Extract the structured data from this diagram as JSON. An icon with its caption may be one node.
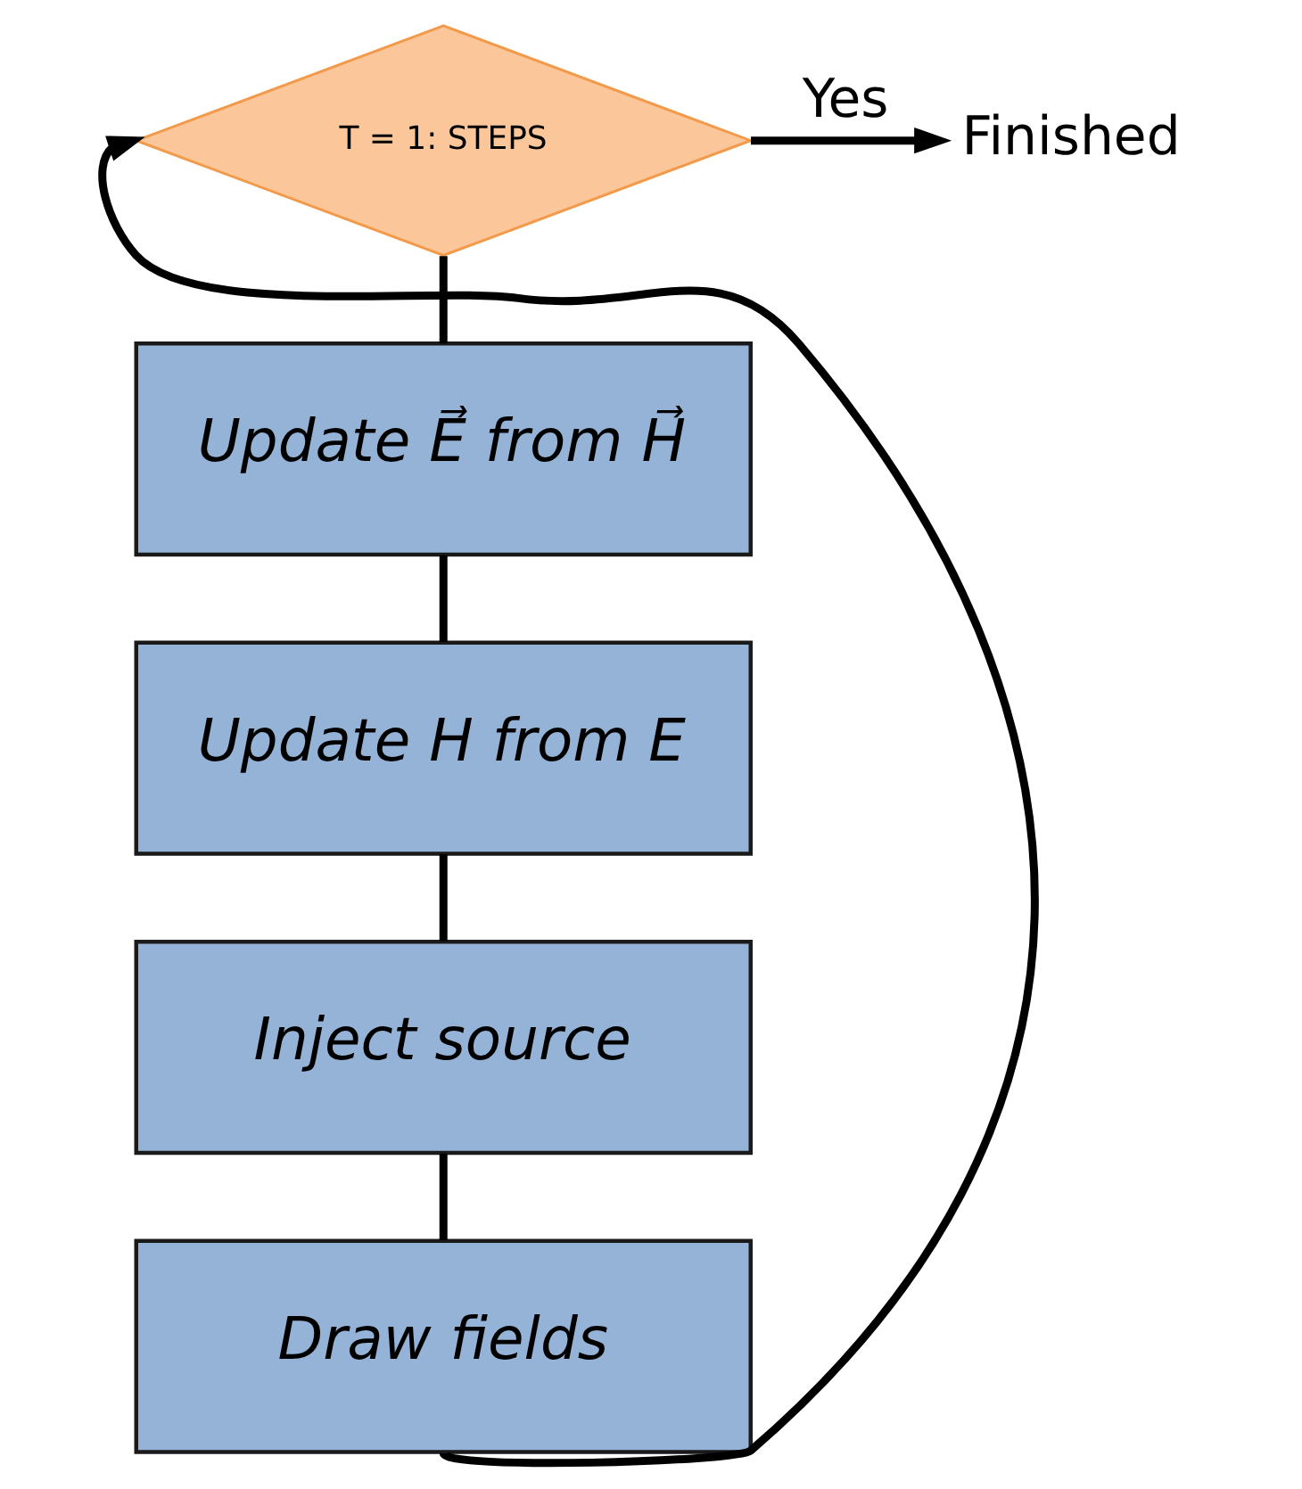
{
  "diagram": {
    "nodes": [
      {
        "text": [
          "T = 1: STEPS"
        ]
      },
      {
        "text": [
          "Finished"
        ]
      },
      {
        "text": [
          "Update E⃗ from H⃗"
        ]
      },
      {
        "text": [
          "Update H from E"
        ]
      },
      {
        "text": [
          "Inject source"
        ]
      },
      {
        "text": [
          "Draw fields"
        ]
      }
    ],
    "edges": [
      {
        "from": 0,
        "to": 1,
        "arrow": "to",
        "label": "Yes"
      },
      {
        "from": 0,
        "to": 2,
        "arrow": "none"
      },
      {
        "from": 2,
        "to": 3,
        "arrow": "none"
      },
      {
        "from": 3,
        "to": 4,
        "arrow": "none"
      },
      {
        "from": 4,
        "to": 5,
        "arrow": "none"
      },
      {
        "from": 5,
        "to": 0,
        "arrow": "to"
      }
    ]
  }
}
